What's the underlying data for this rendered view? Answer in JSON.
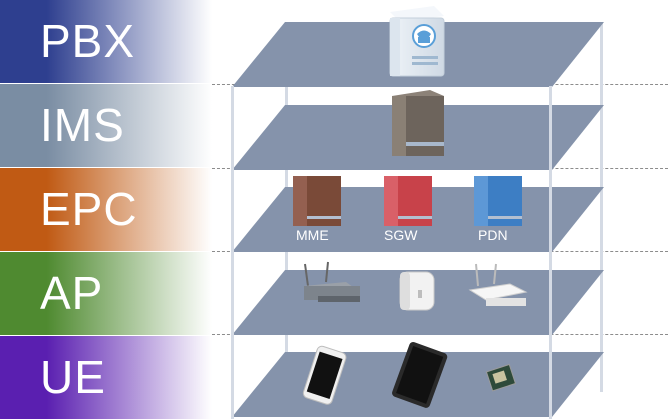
{
  "layers": [
    {
      "label": "PBX",
      "color": "#2e3f8f"
    },
    {
      "label": "IMS",
      "color": "#7a8da3"
    },
    {
      "label": "EPC",
      "color": "#c05a14"
    },
    {
      "label": "AP",
      "color": "#4f8a30"
    },
    {
      "label": "UE",
      "color": "#5a1fb0"
    }
  ],
  "devices": {
    "pbx": "telephone-server-icon",
    "ims": "ims-server-icon",
    "mme": {
      "label": "MME",
      "color": "#7a4a38"
    },
    "sgw": {
      "label": "SGW",
      "color": "#c8424a"
    },
    "pdn": {
      "label": "PDN",
      "color": "#3d7ec4"
    },
    "ap_left": "wifi-router-icon",
    "ap_mid": "small-cell-icon",
    "ap_right": "wifi-access-point-icon",
    "ue_left": "smartphone-icon",
    "ue_mid": "tablet-icon",
    "ue_right": "iot-module-icon"
  },
  "colors": {
    "shelf": "#8593ab",
    "post": "#d4dae4",
    "dashed_line": "#8c8c8c"
  }
}
